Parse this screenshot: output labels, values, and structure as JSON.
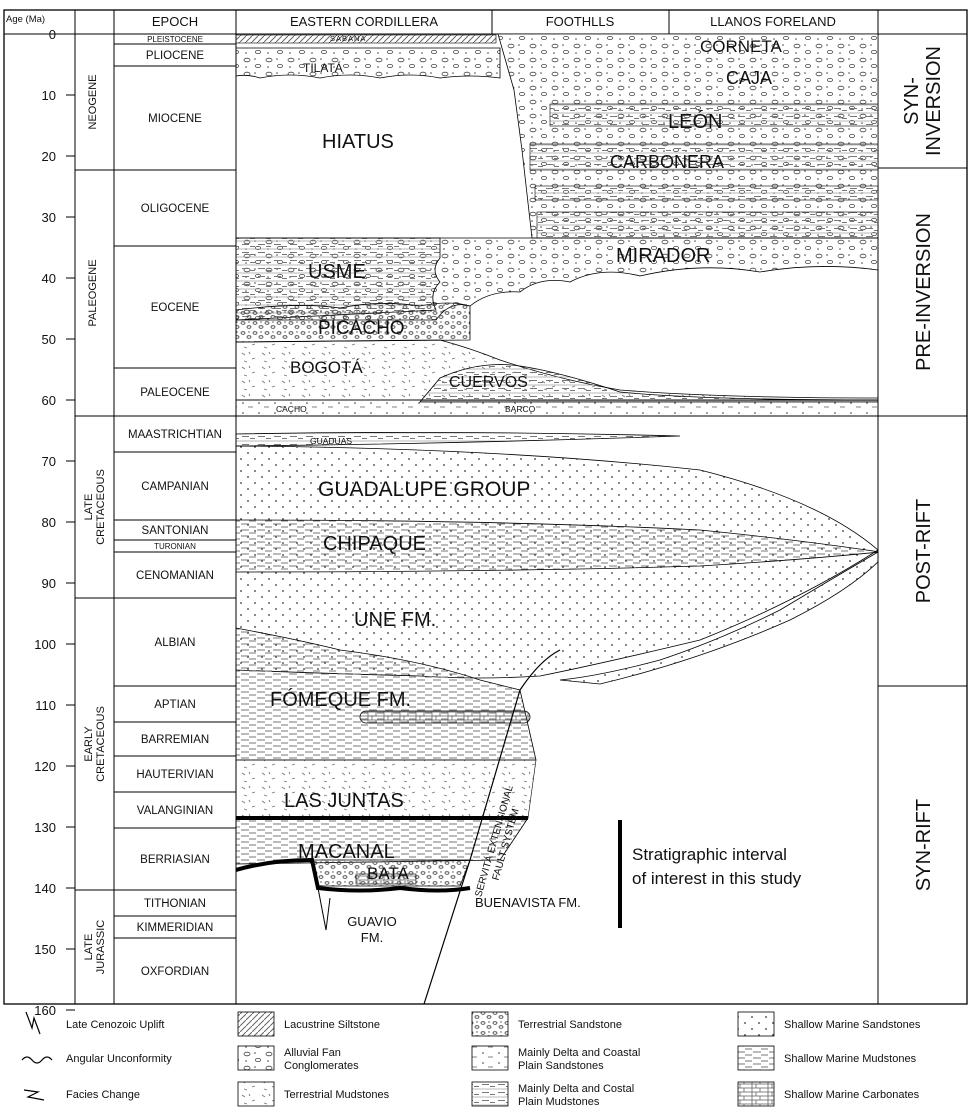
{
  "header": {
    "age": "Age (Ma)",
    "epoch": "EPOCH",
    "eastern": "EASTERN CORDILLERA",
    "foothills": "FOOTHLLS",
    "llanos": "LLANOS FORELAND"
  },
  "age_ticks": [
    "0",
    "10",
    "20",
    "30",
    "40",
    "50",
    "60",
    "70",
    "80",
    "90",
    "100",
    "110",
    "120",
    "130",
    "140",
    "150",
    "160"
  ],
  "periods": [
    "NEOGENE",
    "PALEOGENE",
    "LATE CRETACEOUS",
    "EARLY CRETACEOUS",
    "LATE JURASSIC"
  ],
  "epochs": [
    "PLEISTOCENE",
    "PLIOCENE",
    "MIOCENE",
    "OLIGOCENE",
    "EOCENE",
    "PALEOCENE",
    "MAASTRICHTIAN",
    "CAMPANIAN",
    "SANTONIAN",
    "TURONIAN",
    "CENOMANIAN",
    "ALBIAN",
    "APTIAN",
    "BARREMIAN",
    "HAUTERIVIAN",
    "VALANGINIAN",
    "BERRIASIAN",
    "TITHONIAN",
    "KIMMERIDIAN",
    "OXFORDIAN"
  ],
  "tectonic_phases": [
    "SYN-\nINVERSION",
    "PRE-INVERSION",
    "POST-RIFT",
    "SYN-RIFT"
  ],
  "units": {
    "sabana": "SABANA",
    "tilata": "TILATÁ",
    "corneta": "CORNETA",
    "caja": "CAJA",
    "hiatus": "HIATUS",
    "leon": "LEÓN",
    "carbonera": "CARBONERA",
    "usme": "USME",
    "mirador": "MIRADOR",
    "picacho": "PICACHO",
    "bogota": "BOGOTÁ",
    "cuervos": "CUERVOS",
    "cacho": "CACHO",
    "barco": "BARCO",
    "guaduas": "GUADUAS",
    "guadalupe": "GUADALUPE GROUP",
    "chipaque": "CHIPAQUE",
    "une": "UNE FM.",
    "fomeque": "FÓMEQUE FM.",
    "las_juntas": "LAS JUNTAS",
    "macanal": "MACANAL",
    "bata": "BATA",
    "guavio": "GUAVIO\nFM.",
    "buenavista": "BUENAVISTA FM.",
    "fault": "SERVITÁ EXTENSIONAL\nFAULT SYSTEM"
  },
  "annotation": "Stratigraphic interval\nof interest in this study",
  "legend": [
    {
      "label": "Late Cenozoic Uplift",
      "pattern": "uplift-icon"
    },
    {
      "label": "Angular Unconformity",
      "pattern": "unconformity-icon"
    },
    {
      "label": "Facies Change",
      "pattern": "facies-change-icon"
    },
    {
      "label": "Lacustrine Siltstone",
      "pattern": "diagonal-hatch"
    },
    {
      "label": "Alluvial Fan\nConglomerates",
      "pattern": "pebbles"
    },
    {
      "label": "Terrestrial Mudstones",
      "pattern": "dashes-scatter"
    },
    {
      "label": "Terrestrial Sandstone",
      "pattern": "dense-pebbles"
    },
    {
      "label": "Mainly Delta and Coastal\nPlain Sandstones",
      "pattern": "dots-dashes"
    },
    {
      "label": "Mainly Delta and Costal\nPlain Mudstones",
      "pattern": "dashes-lines"
    },
    {
      "label": "Shallow Marine Sandstones",
      "pattern": "dots"
    },
    {
      "label": "Shallow Marine Mudstones",
      "pattern": "dashes"
    },
    {
      "label": "Shallow Marine Carbonates",
      "pattern": "brick"
    }
  ]
}
